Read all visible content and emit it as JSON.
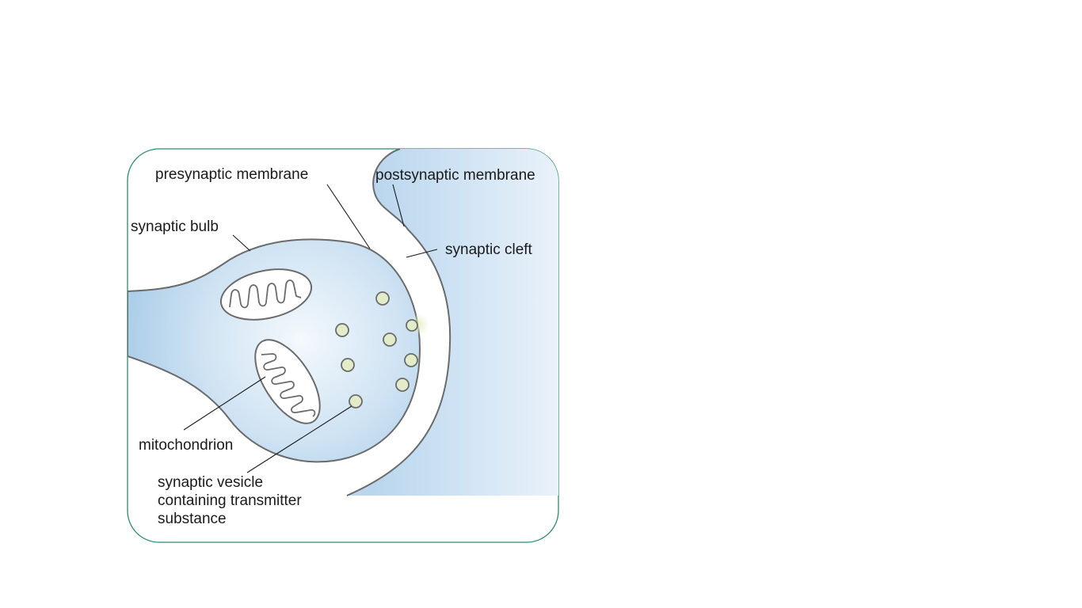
{
  "diagram": {
    "labels": {
      "presynaptic_membrane": "presynaptic membrane",
      "postsynaptic_membrane": "postsynaptic membrane",
      "synaptic_bulb": "synaptic bulb",
      "synaptic_cleft": "synaptic cleft",
      "mitochondrion": "mitochondrion",
      "vesicle_line1": "synaptic vesicle",
      "vesicle_line2": "containing transmitter",
      "vesicle_line3": "substance"
    },
    "colors": {
      "frame_border": "#2e8b6a",
      "bulb_fill": "#a9cce8",
      "bulb_center": "#f4f9fd",
      "post_fill_dark": "#bcd8ef",
      "post_fill_light": "#e9f2fa",
      "membrane_stroke": "#6b6b6b",
      "vesicle_fill": "#e3ecc9"
    }
  }
}
